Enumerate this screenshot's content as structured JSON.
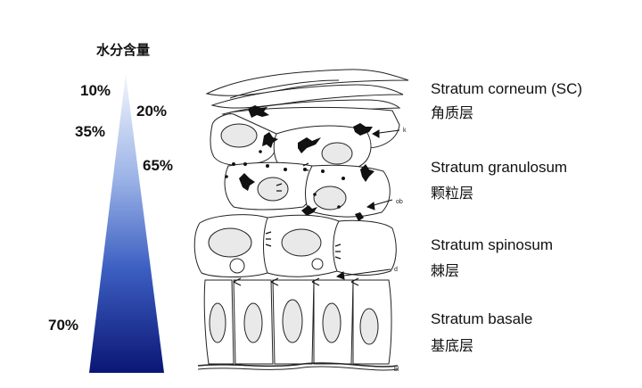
{
  "gradient_title": "水分含量",
  "percentages": [
    {
      "value": "10%"
    },
    {
      "value": "20%"
    },
    {
      "value": "35%"
    },
    {
      "value": "65%"
    },
    {
      "value": "70%"
    }
  ],
  "layers": [
    {
      "en": "Stratum corneum (SC)",
      "zh": "角质层"
    },
    {
      "en": "Stratum granulosum",
      "zh": "颗粒层"
    },
    {
      "en": "Stratum spinosum",
      "zh": "棘层"
    },
    {
      "en": "Stratum basale",
      "zh": "基底层"
    }
  ],
  "diagram_labels": {
    "k": "k",
    "ob": "ob",
    "d": "d",
    "bl": "bl"
  },
  "colors": {
    "gradient_top": "#e8eefb",
    "gradient_mid": "#6d8fd6",
    "gradient_bottom": "#0a1675"
  }
}
